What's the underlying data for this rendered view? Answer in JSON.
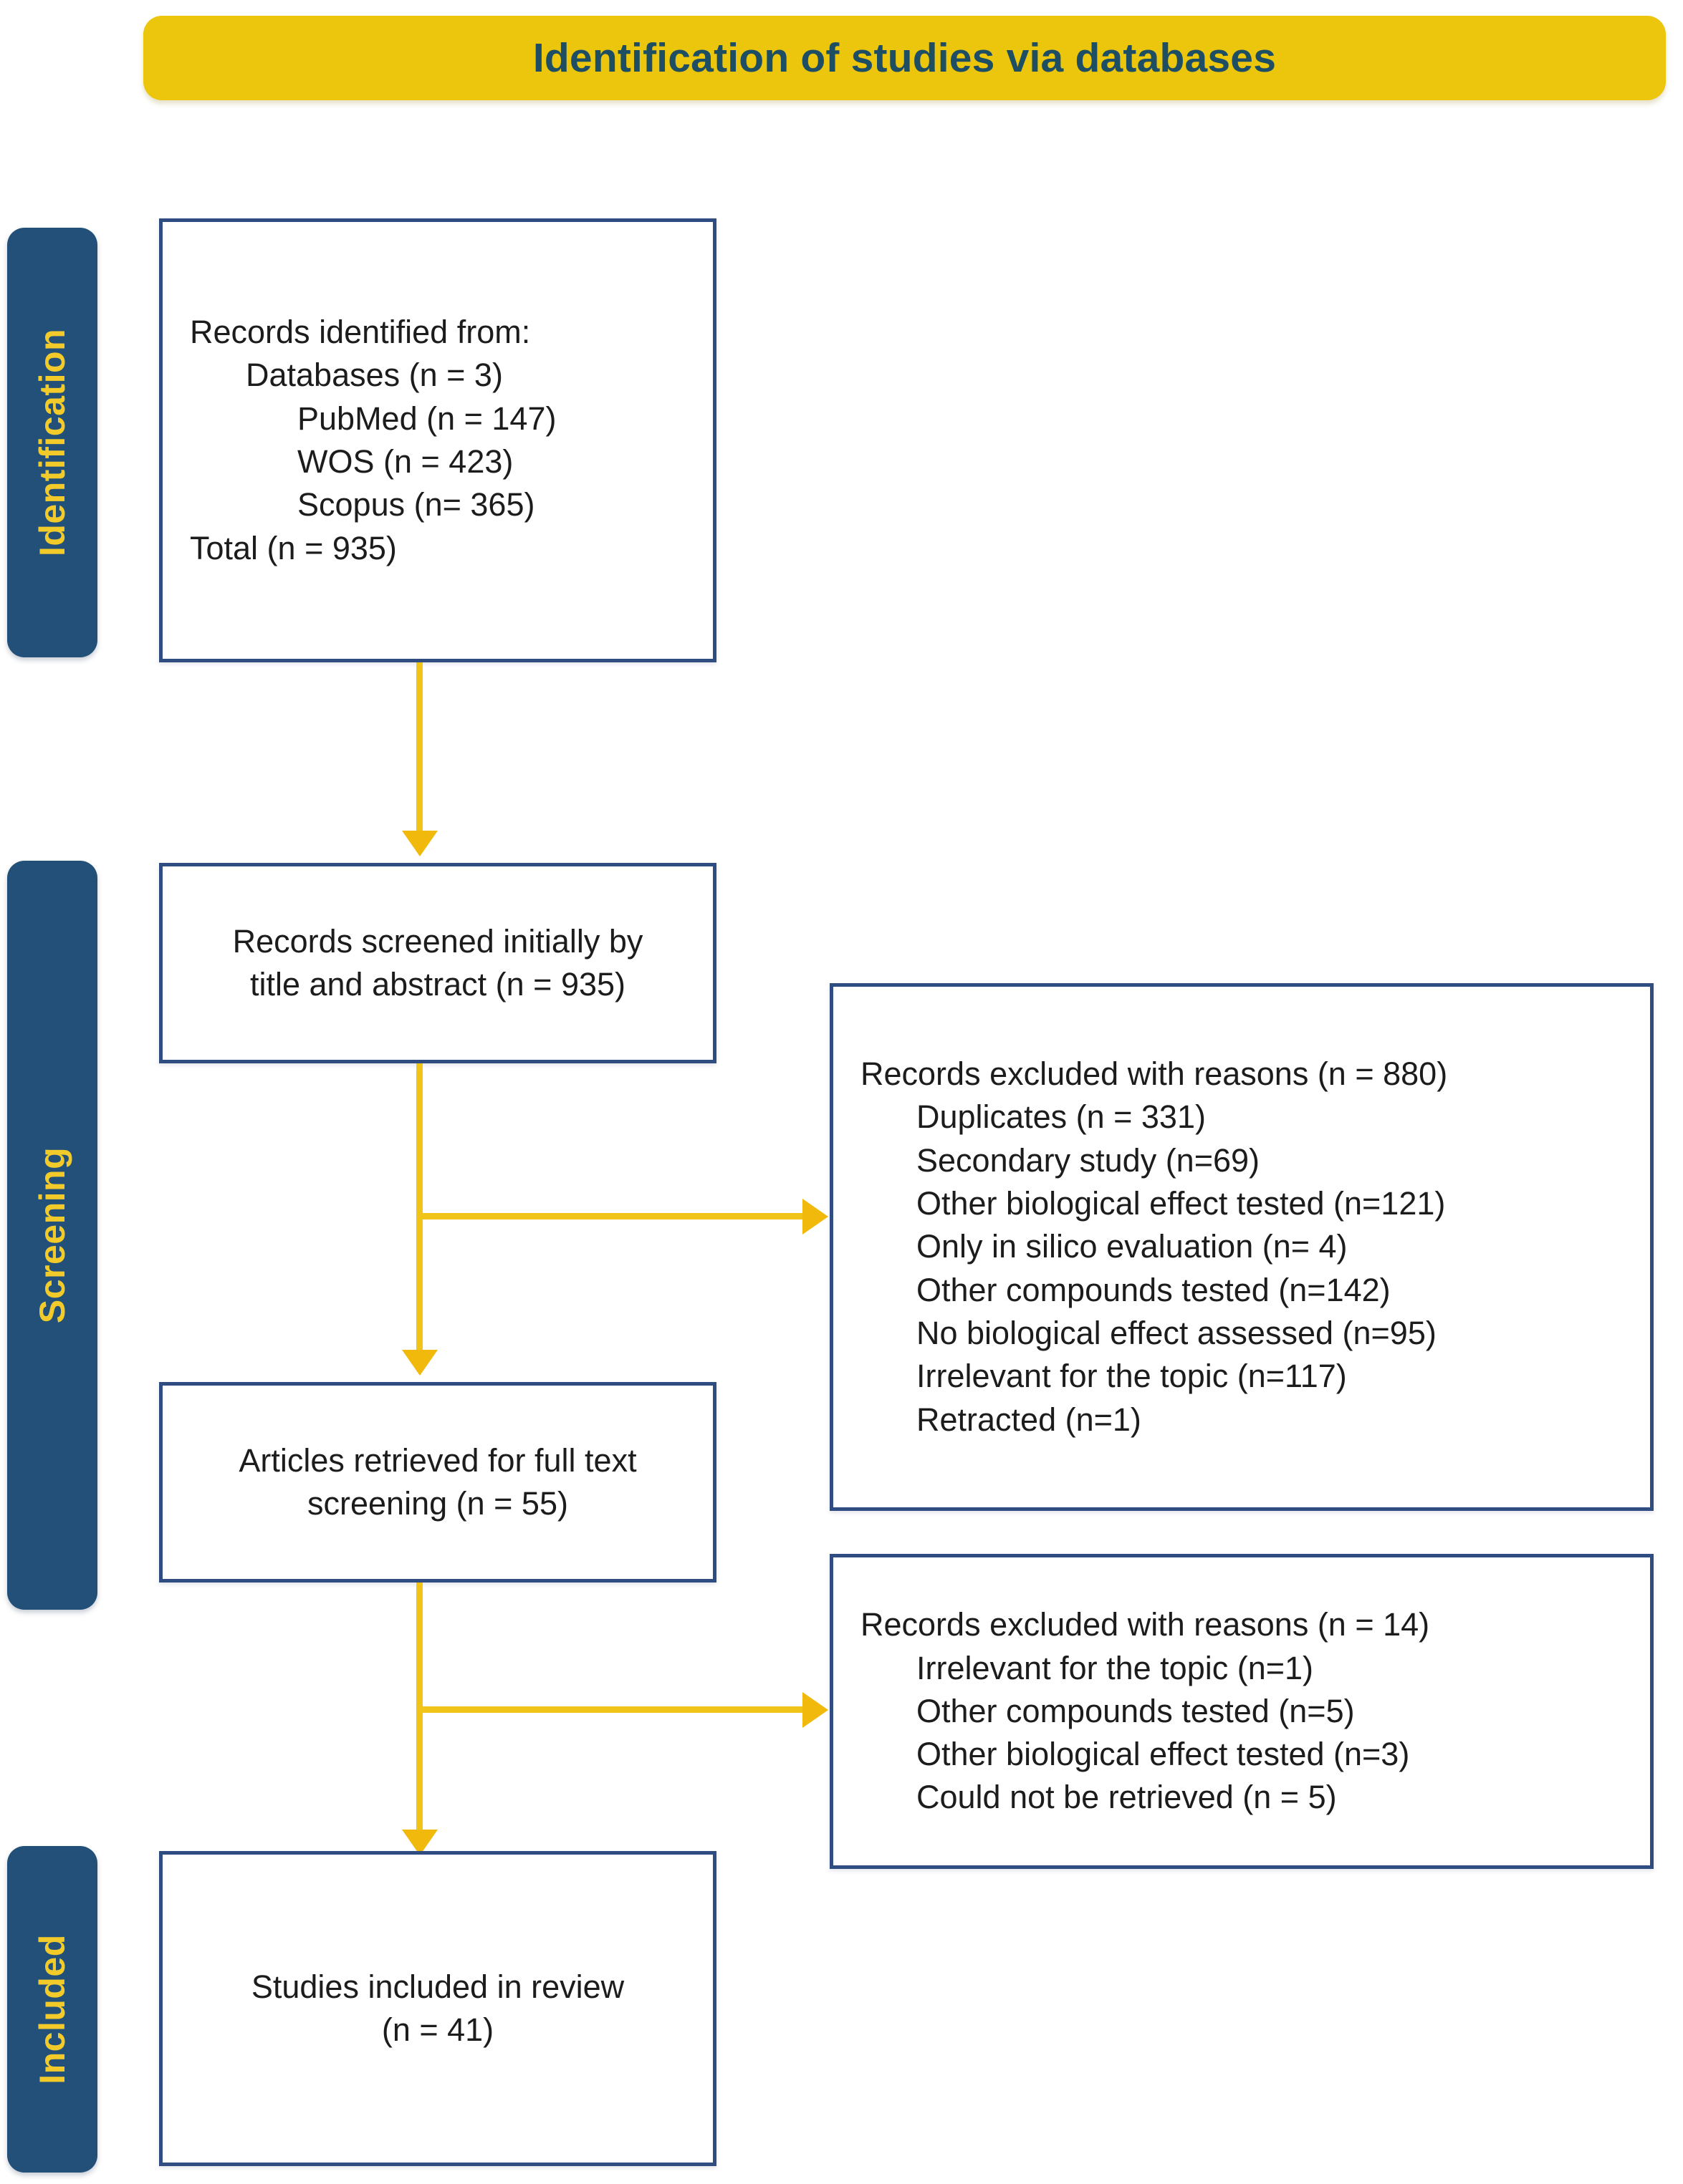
{
  "title": {
    "text": "Identification of studies via databases"
  },
  "stages": [
    {
      "id": "identification",
      "label": "Identification"
    },
    {
      "id": "screening",
      "label": "Screening"
    },
    {
      "id": "included",
      "label": "Included"
    }
  ],
  "boxes": {
    "records_identified": {
      "lines": [
        {
          "text": "Records identified from:",
          "indent": 0
        },
        {
          "text": "Databases (n = 3)",
          "indent": 1
        },
        {
          "text": "PubMed (n = 147)",
          "indent": 2
        },
        {
          "text": "WOS (n = 423)",
          "indent": 2
        },
        {
          "text": "Scopus (n= 365)",
          "indent": 2
        },
        {
          "text": "Total (n = 935)",
          "indent": 0
        }
      ]
    },
    "records_screened": {
      "lines": [
        {
          "text": "Records screened initially by",
          "indent": 0
        },
        {
          "text": "title and abstract (n = 935)",
          "indent": 0
        }
      ]
    },
    "articles_retrieved": {
      "lines": [
        {
          "text": "Articles retrieved for full text",
          "indent": 0
        },
        {
          "text": "screening (n = 55)",
          "indent": 0
        }
      ]
    },
    "studies_included": {
      "lines": [
        {
          "text": "Studies included in review",
          "indent": 0
        },
        {
          "text": "(n = 41)",
          "indent": 0
        }
      ]
    },
    "excluded_screening": {
      "lines": [
        {
          "text": "Records excluded with reasons (n = 880)",
          "indent": 0
        },
        {
          "text": "Duplicates (n = 331)",
          "indent": 1
        },
        {
          "text": "Secondary study (n=69)",
          "indent": 1
        },
        {
          "text": "Other biological effect tested (n=121)",
          "indent": 1
        },
        {
          "text": "Only in silico evaluation (n= 4)",
          "indent": 1
        },
        {
          "text": "Other compounds tested (n=142)",
          "indent": 1
        },
        {
          "text": "No biological effect assessed (n=95)",
          "indent": 1
        },
        {
          "text": "Irrelevant for the topic (n=117)",
          "indent": 1
        },
        {
          "text": "Retracted (n=1)",
          "indent": 1
        }
      ]
    },
    "excluded_fulltext": {
      "lines": [
        {
          "text": "Records excluded with reasons (n = 14)",
          "indent": 0
        },
        {
          "text": "Irrelevant for the topic (n=1)",
          "indent": 1
        },
        {
          "text": "Other compounds tested (n=5)",
          "indent": 1
        },
        {
          "text": "Other biological effect tested (n=3)",
          "indent": 1
        },
        {
          "text": "Could not be retrieved (n = 5)",
          "indent": 1
        }
      ]
    }
  },
  "colors": {
    "banner": "#ecc60d",
    "banner_text": "#1d4e63",
    "stage_bar": "#225079",
    "stage_text": "#f2cb2b",
    "box_border": "#2f4d80",
    "connector": "#f0c419",
    "arrow": "#f0b90b",
    "text": "#1c1c1c"
  },
  "chart_data": {
    "type": "diagram",
    "title": "Identification of studies via databases",
    "nodes": [
      {
        "id": "records_identified",
        "stage": "Identification",
        "n": 935
      },
      {
        "id": "records_screened",
        "stage": "Screening",
        "n": 935
      },
      {
        "id": "excluded_screening",
        "stage": "Screening",
        "n": 880
      },
      {
        "id": "articles_retrieved",
        "stage": "Screening",
        "n": 55
      },
      {
        "id": "excluded_fulltext",
        "stage": "Screening",
        "n": 14
      },
      {
        "id": "studies_included",
        "stage": "Included",
        "n": 41
      }
    ],
    "edges": [
      {
        "from": "records_identified",
        "to": "records_screened"
      },
      {
        "from": "records_screened",
        "to": "excluded_screening"
      },
      {
        "from": "records_screened",
        "to": "articles_retrieved"
      },
      {
        "from": "articles_retrieved",
        "to": "excluded_fulltext"
      },
      {
        "from": "articles_retrieved",
        "to": "studies_included"
      }
    ]
  }
}
